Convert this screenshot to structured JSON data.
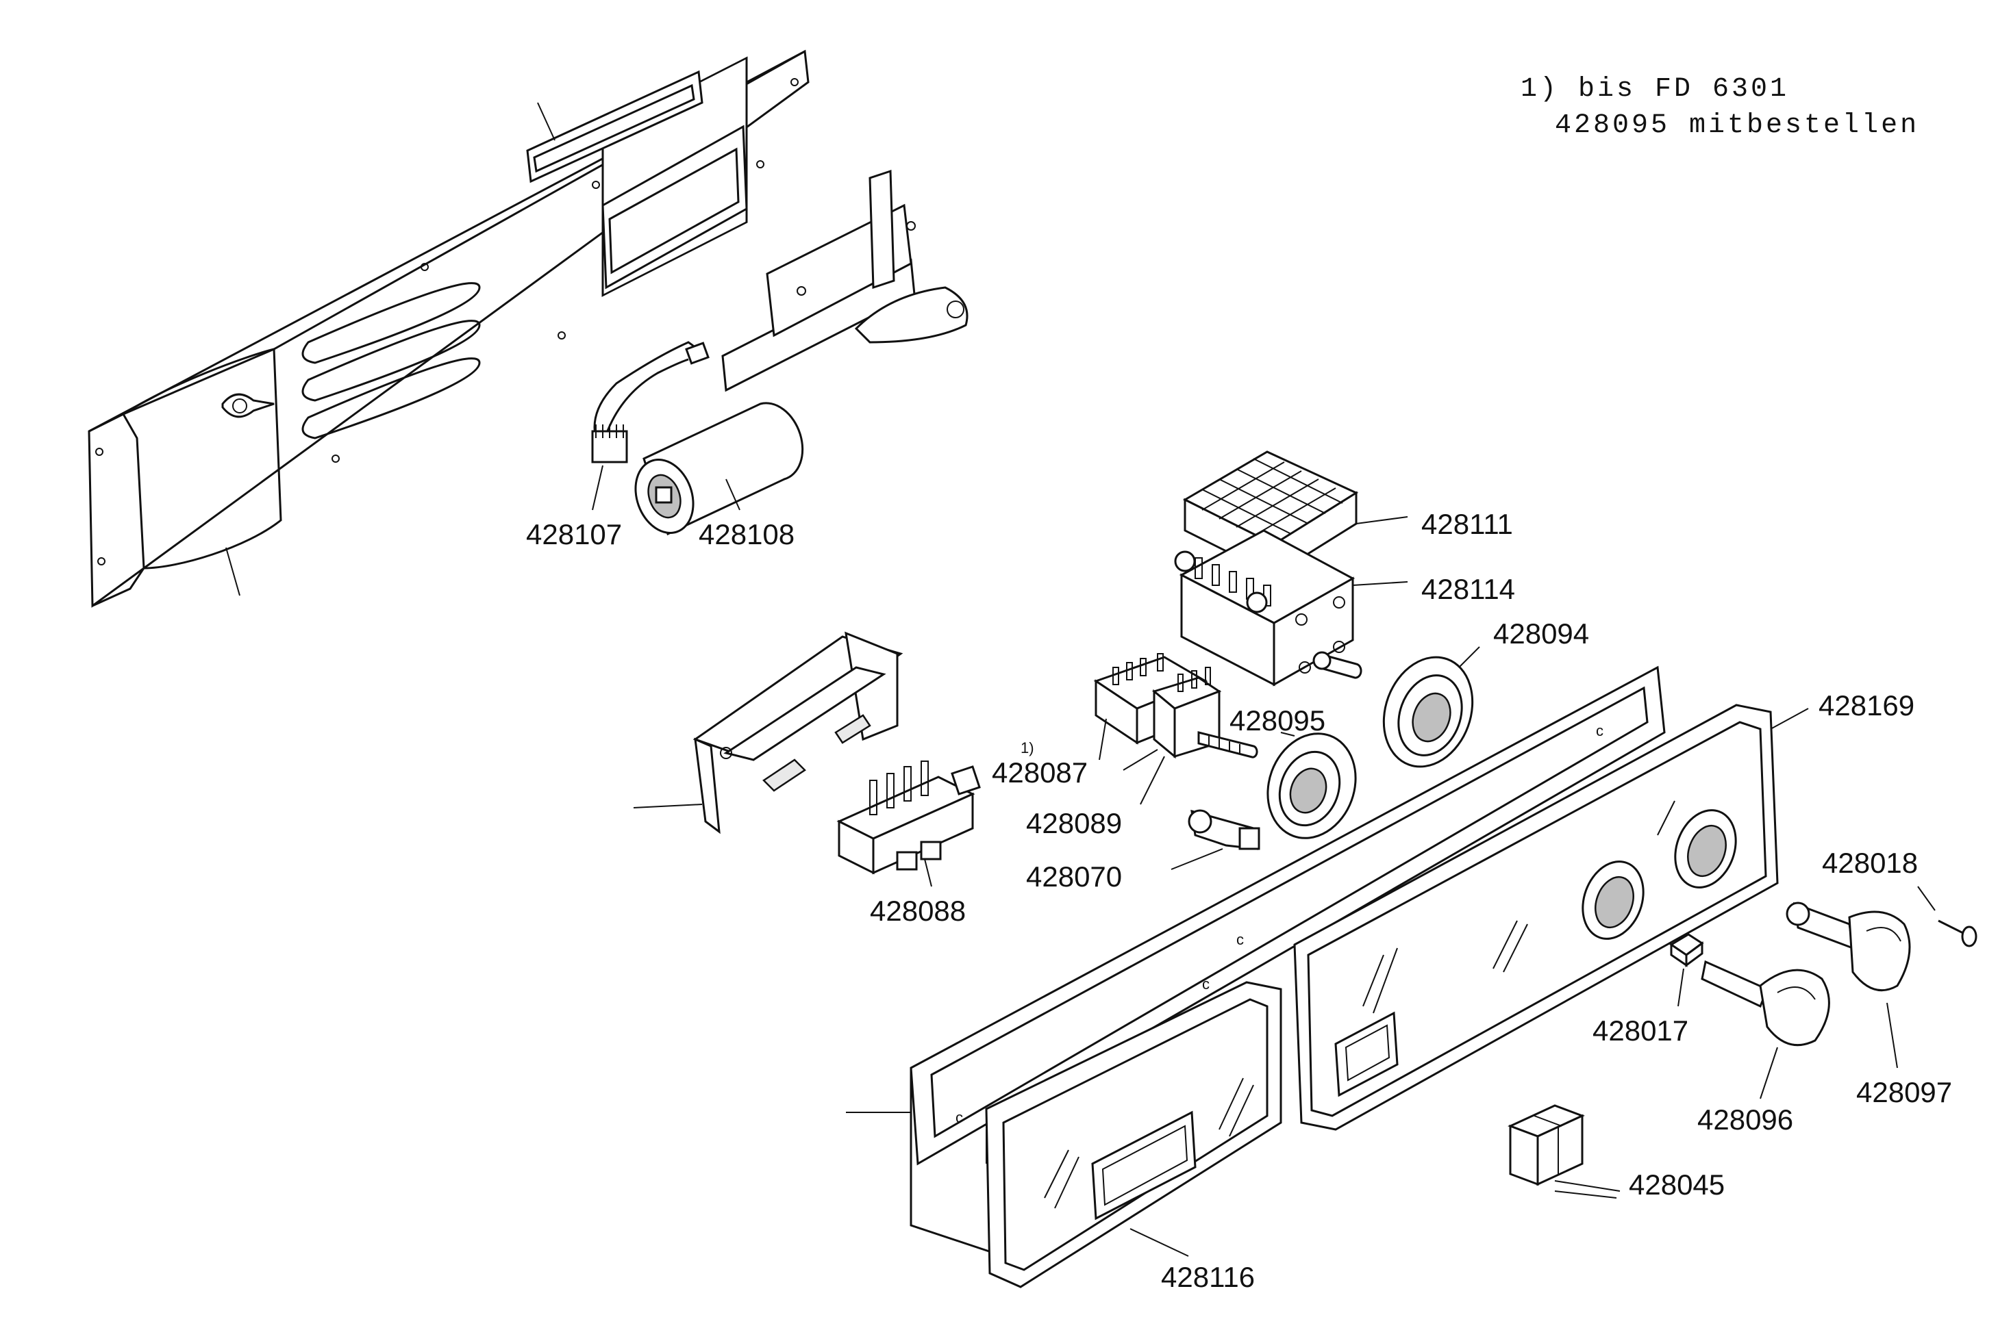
{
  "footnote": {
    "line1": "1) bis FD 6301",
    "line2": "428095  mitbestellen"
  },
  "part_numbers": {
    "p428107": "428107",
    "p428108": "428108",
    "p428111": "428111",
    "p428114": "428114",
    "p428094": "428094",
    "p428095": "428095",
    "p428169": "428169",
    "p428087": "428087",
    "p428087_mark": "1)",
    "p428089": "428089",
    "p428070": "428070",
    "p428088": "428088",
    "p428018": "428018",
    "p428017": "428017",
    "p428096": "428096",
    "p428097": "428097",
    "p428045": "428045",
    "p428116": "428116"
  }
}
